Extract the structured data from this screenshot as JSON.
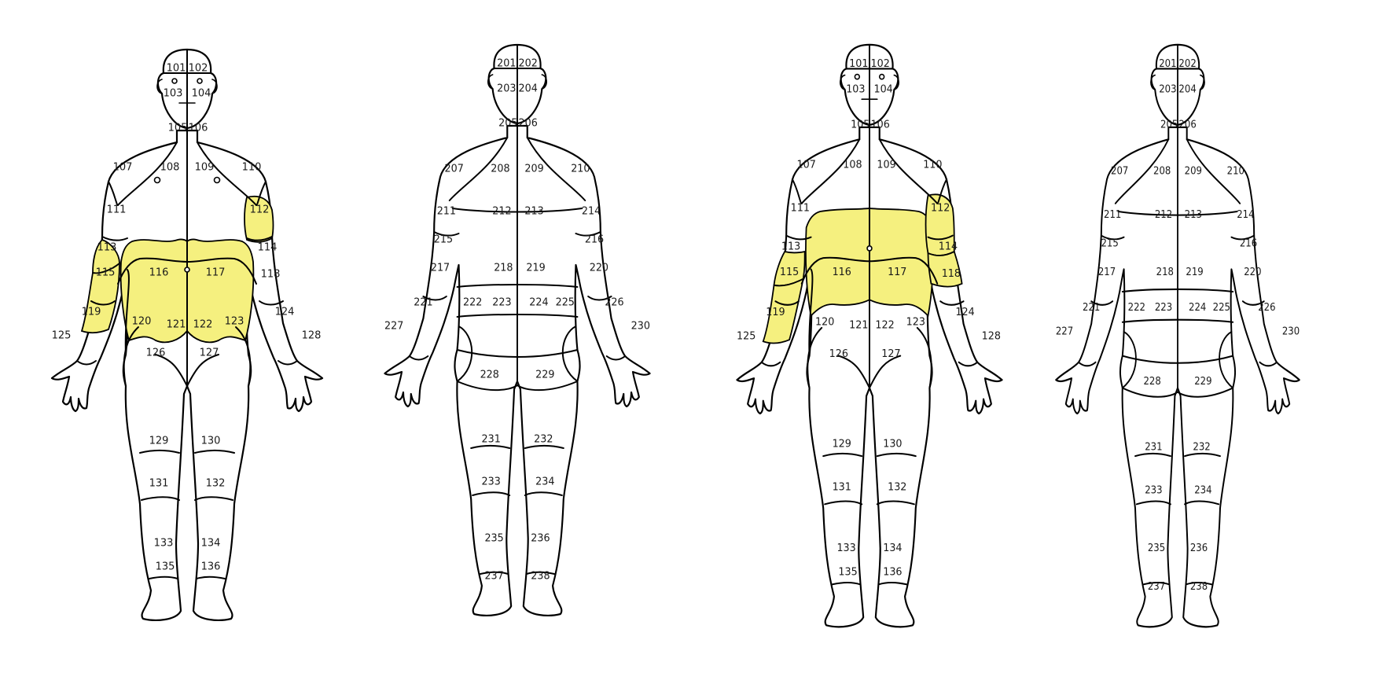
{
  "colors": {
    "highlight": "#f5f07f",
    "outline": "#000000",
    "background": "#ffffff"
  },
  "figures": [
    {
      "id": "male-front",
      "highlighted": [
        "112",
        "113",
        "115",
        "116",
        "117"
      ],
      "labels": [
        "101",
        "102",
        "103",
        "104",
        "105",
        "106",
        "107",
        "108",
        "109",
        "110",
        "111",
        "112",
        "113",
        "114",
        "115",
        "116",
        "117",
        "118",
        "119",
        "120",
        "121",
        "122",
        "123",
        "124",
        "125",
        "126",
        "127",
        "128",
        "129",
        "130",
        "131",
        "132",
        "133",
        "134",
        "135",
        "136"
      ]
    },
    {
      "id": "male-back",
      "highlighted": [],
      "labels": [
        "201",
        "202",
        "203",
        "204",
        "205",
        "206",
        "207",
        "208",
        "209",
        "210",
        "211",
        "212",
        "213",
        "214",
        "215",
        "216",
        "217",
        "218",
        "219",
        "220",
        "221",
        "222",
        "223",
        "224",
        "225",
        "226",
        "227",
        "228",
        "229",
        "230",
        "231",
        "232",
        "233",
        "234",
        "235",
        "236",
        "237",
        "238"
      ]
    },
    {
      "id": "female-front",
      "highlighted": [
        "112",
        "113",
        "114",
        "115",
        "116",
        "117"
      ],
      "labels": [
        "101",
        "102",
        "103",
        "104",
        "105",
        "106",
        "107",
        "108",
        "109",
        "110",
        "111",
        "112",
        "113",
        "114",
        "115",
        "116",
        "117",
        "118",
        "119",
        "120",
        "121",
        "122",
        "123",
        "124",
        "125",
        "126",
        "127",
        "128",
        "129",
        "130",
        "131",
        "132",
        "133",
        "134",
        "135",
        "136"
      ]
    },
    {
      "id": "female-back",
      "highlighted": [],
      "labels": [
        "201",
        "202",
        "203",
        "204",
        "205",
        "206",
        "207",
        "208",
        "209",
        "210",
        "211",
        "212",
        "213",
        "214",
        "215",
        "216",
        "217",
        "218",
        "219",
        "220",
        "221",
        "222",
        "223",
        "224",
        "225",
        "226",
        "227",
        "228",
        "229",
        "230",
        "231",
        "232",
        "233",
        "234",
        "235",
        "236",
        "237",
        "238"
      ]
    }
  ]
}
